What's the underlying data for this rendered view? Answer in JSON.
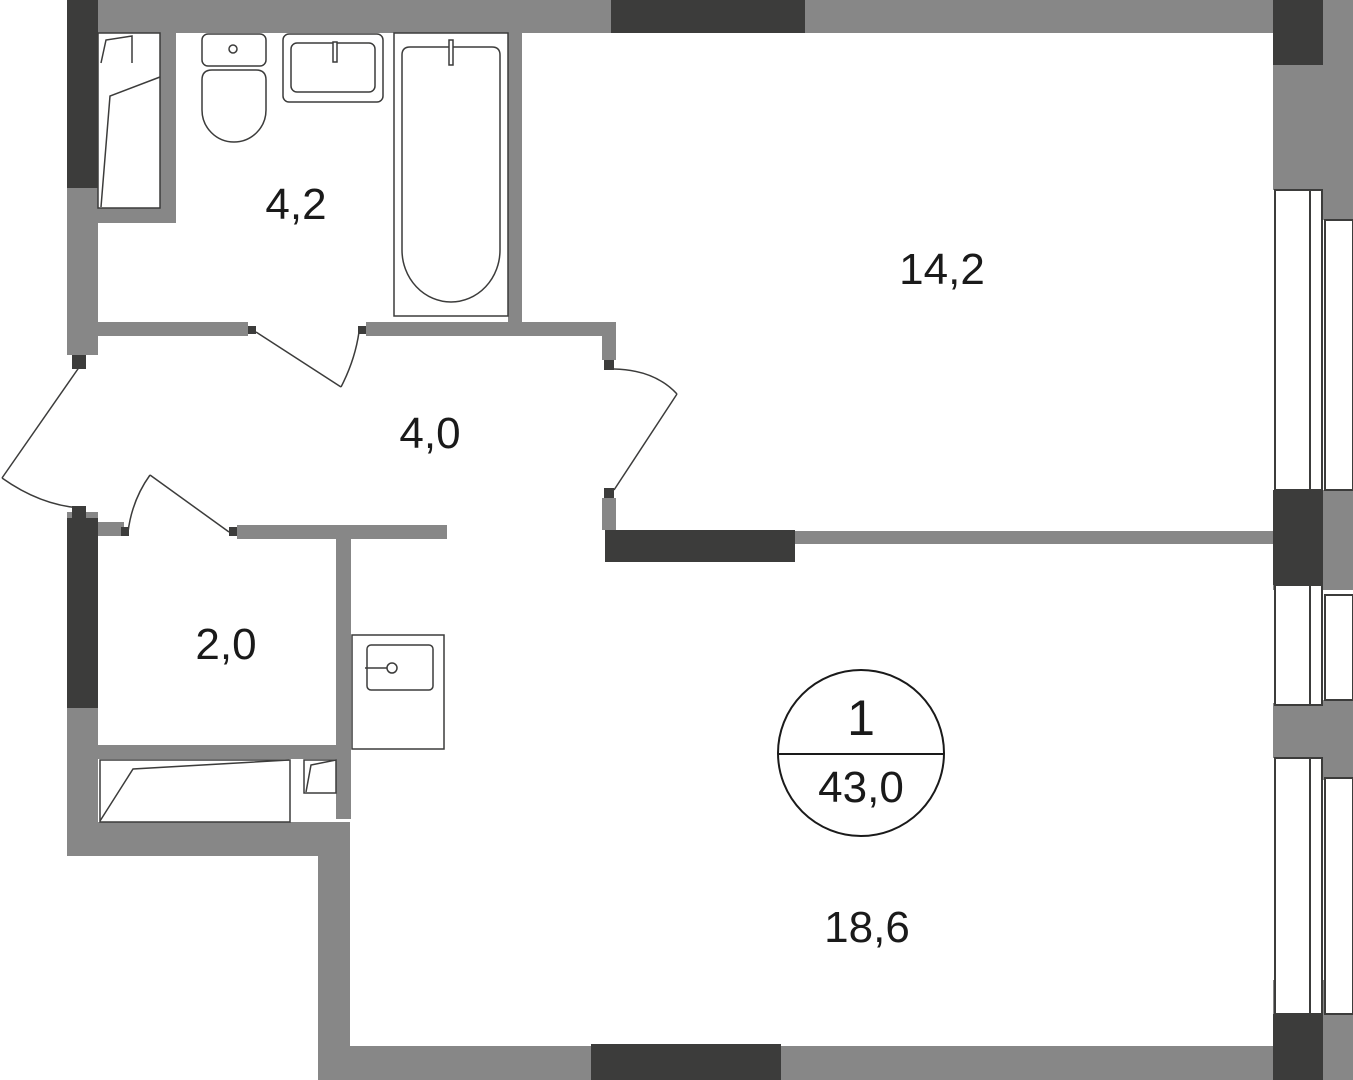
{
  "plan": {
    "colors": {
      "wall": "#878787",
      "bearing_wall": "#3c3c3b",
      "fixture_line": "#3c3c3b",
      "text": "#1a1a1a",
      "floor": "#ffffff"
    },
    "rooms": [
      {
        "id": "bathroom",
        "area": "4,2"
      },
      {
        "id": "bedroom",
        "area": "14,2"
      },
      {
        "id": "hallway",
        "area": "4,0"
      },
      {
        "id": "storage",
        "area": "2,0"
      },
      {
        "id": "kitchen-living",
        "area": "18,6"
      }
    ],
    "summary": {
      "room_count": "1",
      "total_area": "43,0"
    }
  }
}
